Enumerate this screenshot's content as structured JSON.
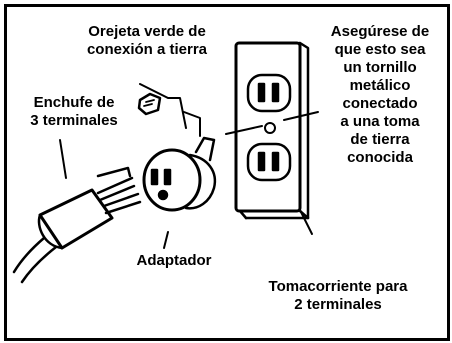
{
  "labels": {
    "green_tab": "Orejeta verde de\nconexión a tierra",
    "three_prong_plug": "Enchufe de\n3 terminales",
    "adapter": "Adaptador",
    "make_sure": "Asegúrese de\nque esto sea\nun tornillo\nmetálico\nconectado\na una toma\nde tierra\nconocida",
    "two_prong_outlet": "Tomacorriente para\n2 terminales"
  },
  "colors": {
    "ink": "#000000",
    "paper": "#ffffff"
  }
}
